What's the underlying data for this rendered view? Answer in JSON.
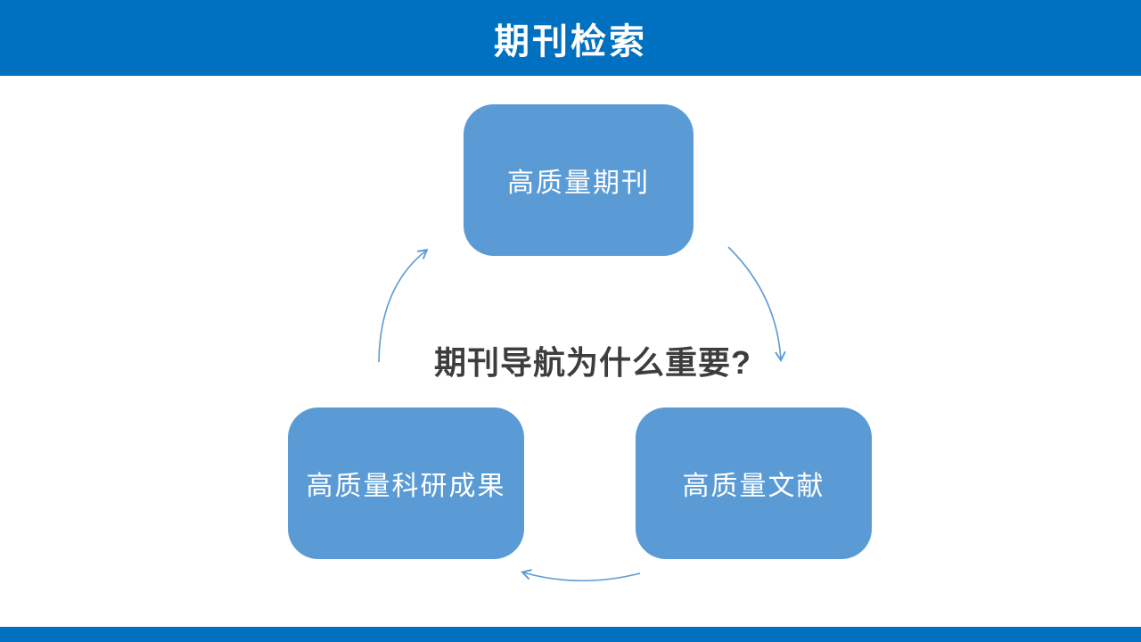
{
  "header": {
    "title": "期刊检索",
    "bar_color": "#0070C0",
    "text_color": "#ffffff"
  },
  "footer": {
    "bar_color": "#0070C0"
  },
  "diagram": {
    "center_question": "期刊导航为什么重要?",
    "question_color": "#3d3d3d",
    "node_color": "#5B9BD5",
    "node_text_color": "#ffffff",
    "arrow_color": "#5B9BD5",
    "nodes": [
      {
        "id": "top",
        "label": "高质量期刊"
      },
      {
        "id": "bottom-left",
        "label": "高质量科研成果"
      },
      {
        "id": "bottom-right",
        "label": "高质量文献"
      }
    ],
    "arrows": [
      {
        "id": "up",
        "from": "高质量科研成果",
        "to": "高质量期刊"
      },
      {
        "id": "down",
        "from": "高质量期刊",
        "to": "高质量文献"
      },
      {
        "id": "left",
        "from": "高质量文献",
        "to": "高质量科研成果"
      }
    ]
  }
}
